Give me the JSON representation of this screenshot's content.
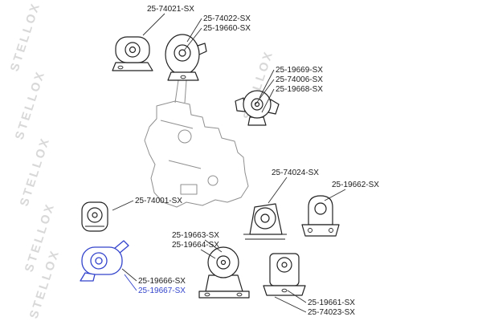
{
  "page": {
    "background": "#ffffff"
  },
  "watermark": {
    "text": "STELLOX",
    "color": "#d2d2d2"
  },
  "highlight": {
    "color": "#3344cc"
  },
  "labels": [
    {
      "text": "25-74021-SX",
      "color": "#1a1a1a"
    },
    {
      "text": "25-74022-SX",
      "color": "#1a1a1a"
    },
    {
      "text": "25-19660-SX",
      "color": "#1a1a1a"
    },
    {
      "text": "25-19669-SX",
      "color": "#1a1a1a"
    },
    {
      "text": "25-74006-SX",
      "color": "#1a1a1a"
    },
    {
      "text": "25-19668-SX",
      "color": "#1a1a1a"
    },
    {
      "text": "25-74024-SX",
      "color": "#1a1a1a"
    },
    {
      "text": "25-19662-SX",
      "color": "#1a1a1a"
    },
    {
      "text": "25-74001-SX",
      "color": "#1a1a1a"
    },
    {
      "text": "25-19663-SX",
      "color": "#1a1a1a"
    },
    {
      "text": "25-19664-SX",
      "color": "#1a1a1a"
    },
    {
      "text": "25-19666-SX",
      "color": "#1a1a1a"
    },
    {
      "text": "25-19667-SX",
      "color": "#3344cc"
    },
    {
      "text": "25-19661-SX",
      "color": "#1a1a1a"
    },
    {
      "text": "25-74023-SX",
      "color": "#1a1a1a"
    }
  ]
}
